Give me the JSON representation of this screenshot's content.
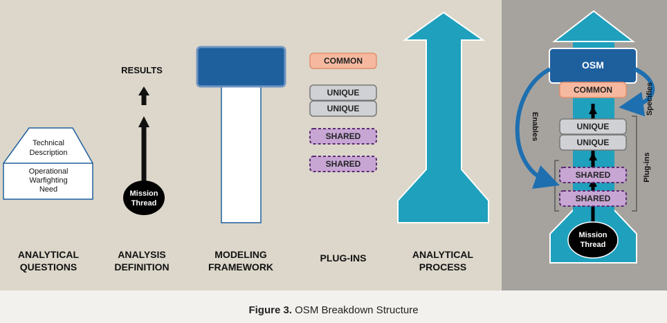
{
  "columns": {
    "questions": [
      "ANALYTICAL",
      "QUESTIONS"
    ],
    "definition": [
      "ANALYSIS",
      "DEFINITION"
    ],
    "framework": [
      "MODELING",
      "FRAMEWORK"
    ],
    "plugins": "PLUG-INS",
    "process": [
      "ANALYTICAL",
      "PROCESS"
    ]
  },
  "questions_shape": {
    "top": [
      "Technical",
      "Description"
    ],
    "bottom": [
      "Operational",
      "Warfighting",
      "Need"
    ]
  },
  "definition_items": {
    "results": "RESULTS",
    "mission_thread": [
      "Mission",
      "Thread"
    ]
  },
  "plugin_boxes": {
    "common": "COMMON",
    "unique": [
      "UNIQUE",
      "UNIQUE"
    ],
    "shared": [
      "SHARED",
      "SHARED"
    ]
  },
  "osm_panel": {
    "osm": "OSM",
    "common": "COMMON",
    "unique": [
      "UNIQUE",
      "UNIQUE"
    ],
    "shared": [
      "SHARED",
      "SHARED"
    ],
    "mission_thread": [
      "Mission",
      "Thread"
    ],
    "enables": "Enables",
    "specifies": "Specifies",
    "plugins": "Plug-ins"
  },
  "caption": {
    "label": "Figure 3.",
    "text": "OSM Breakdown Structure"
  },
  "colors": {
    "background_left": "#dcd7ca",
    "background_right": "#a6a39f",
    "teal": "#1fa0bd",
    "dark_blue": "#1e5f9e",
    "common_fill": "#f6b9a0",
    "unique_fill": "#cfd1d4",
    "shared_fill": "#c7a6d4",
    "shared_border": "#5b2a73"
  }
}
